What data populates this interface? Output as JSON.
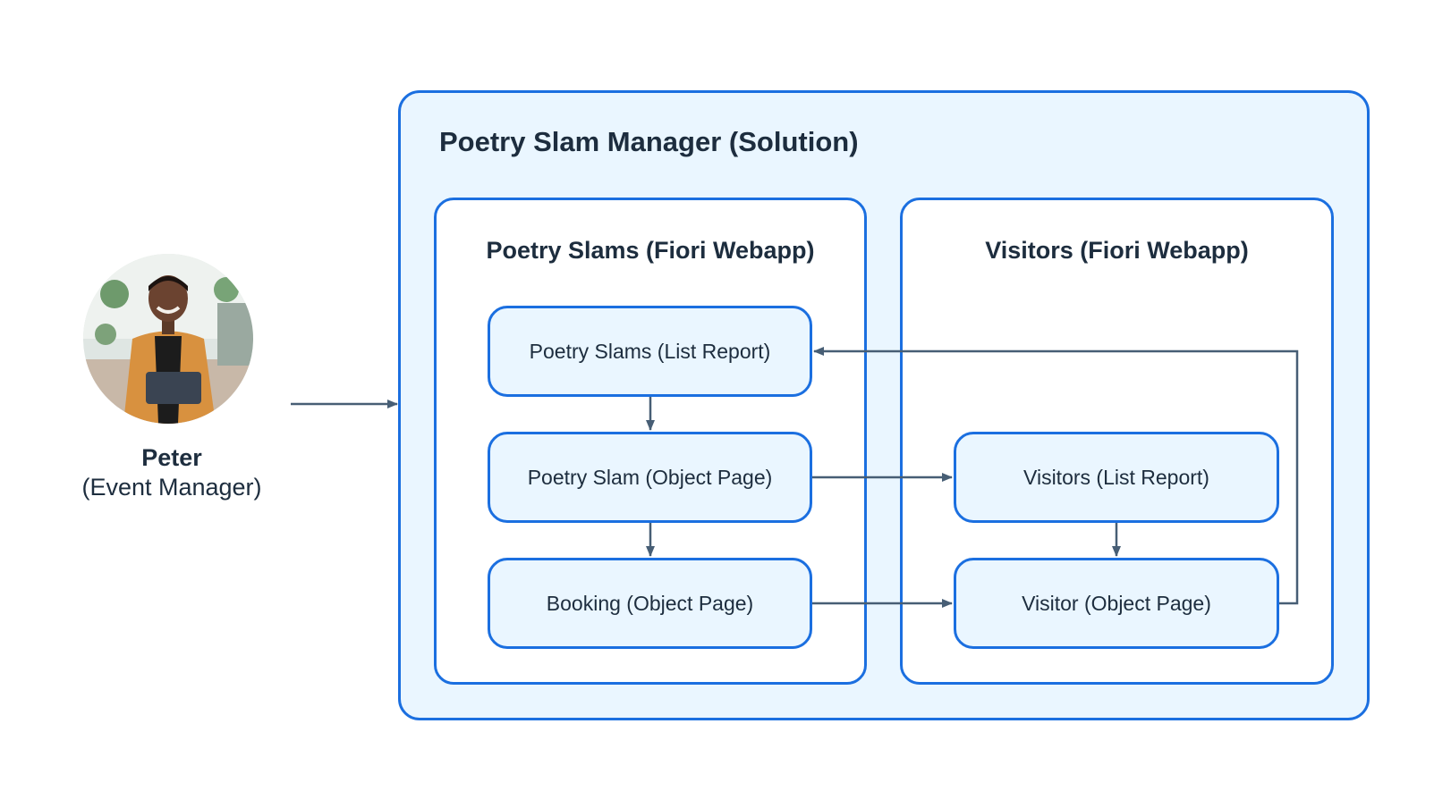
{
  "persona": {
    "name": "Peter",
    "role": "(Event Manager)",
    "avatar_icon": "person-photo-icon"
  },
  "solution": {
    "title": "Poetry Slam Manager (Solution)"
  },
  "apps": {
    "poetry_slams": {
      "title": "Poetry Slams (Fiori Webapp)",
      "pages": {
        "list": "Poetry Slams (List Report)",
        "object": "Poetry Slam (Object Page)",
        "booking": "Booking (Object Page)"
      }
    },
    "visitors": {
      "title": "Visitors (Fiori Webapp)",
      "pages": {
        "list": "Visitors (List Report)",
        "object": "Visitor (Object Page)"
      }
    }
  },
  "colors": {
    "border": "#1b6fe0",
    "fill": "#eaf6ff",
    "connector": "#475e75",
    "text": "#1d2d3e"
  }
}
